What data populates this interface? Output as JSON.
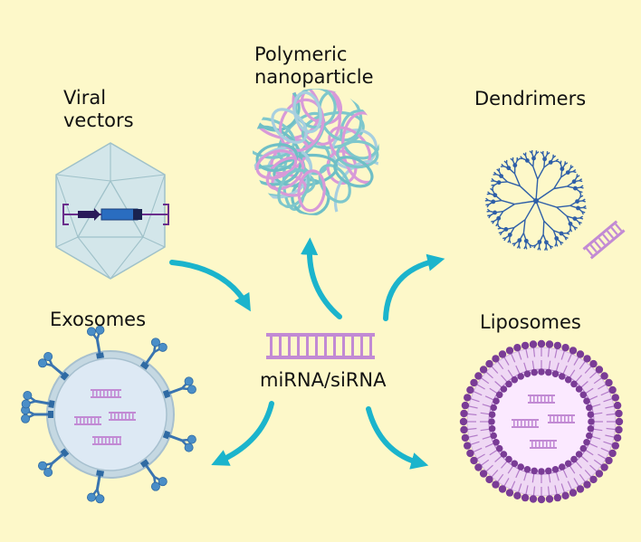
{
  "labels": {
    "viral_line1": "Viral",
    "viral_line2": "vectors",
    "polymeric_line1": "Polymeric",
    "polymeric_line2": "nanoparticle",
    "dendrimers": "Dendrimers",
    "exosomes": "Exosomes",
    "liposomes": "Liposomes",
    "center": "miRNA/siRNA"
  },
  "colors": {
    "background": "#fdf8c9",
    "arrow": "#1bb4cc",
    "rna": "#c28ad4",
    "dendrimer": "#2f5fa8",
    "liposome": "#7a3c96",
    "exosome": "#4a8ec7",
    "capsid": "#c9dde4"
  }
}
